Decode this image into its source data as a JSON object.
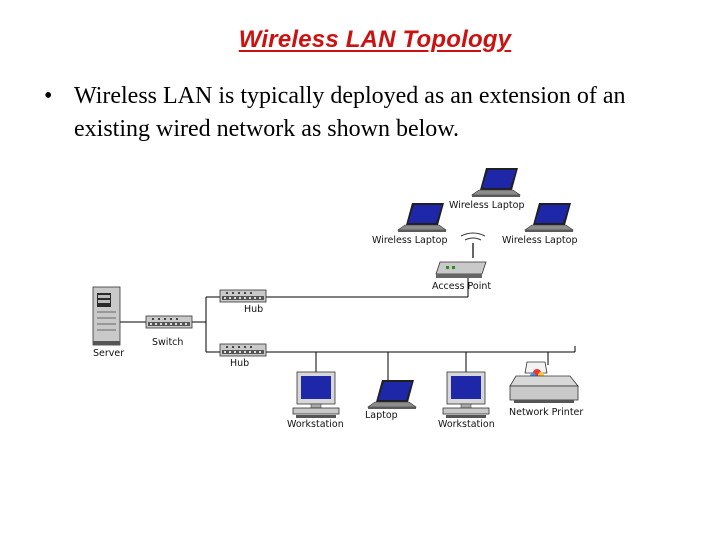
{
  "slide": {
    "title": "Wireless LAN Topology",
    "title_color": "#cc1111",
    "bullet": "Wireless LAN is typically deployed as an extension of an existing wired network as shown below."
  },
  "diagram": {
    "labels": {
      "laptop_top": "Wireless Laptop",
      "laptop_left": "Wireless Laptop",
      "laptop_right": "Wireless Laptop",
      "access_point": "Access Point",
      "hub_top": "Hub",
      "hub_bottom": "Hub",
      "switch": "Switch",
      "server": "Server",
      "workstation_left": "Workstation",
      "laptop_wired": "Laptop",
      "workstation_right": "Workstation",
      "printer": "Network Printer"
    },
    "colors": {
      "screen": "#1d27a8",
      "device_body": "#c9c9c9",
      "device_dark": "#3a3a3a",
      "monitor_bezel": "#d8d8d8",
      "line": "#000000"
    },
    "icons": [
      "laptop-icon",
      "access-point-icon",
      "hub-icon",
      "switch-icon",
      "server-icon",
      "workstation-icon",
      "printer-icon"
    ]
  }
}
